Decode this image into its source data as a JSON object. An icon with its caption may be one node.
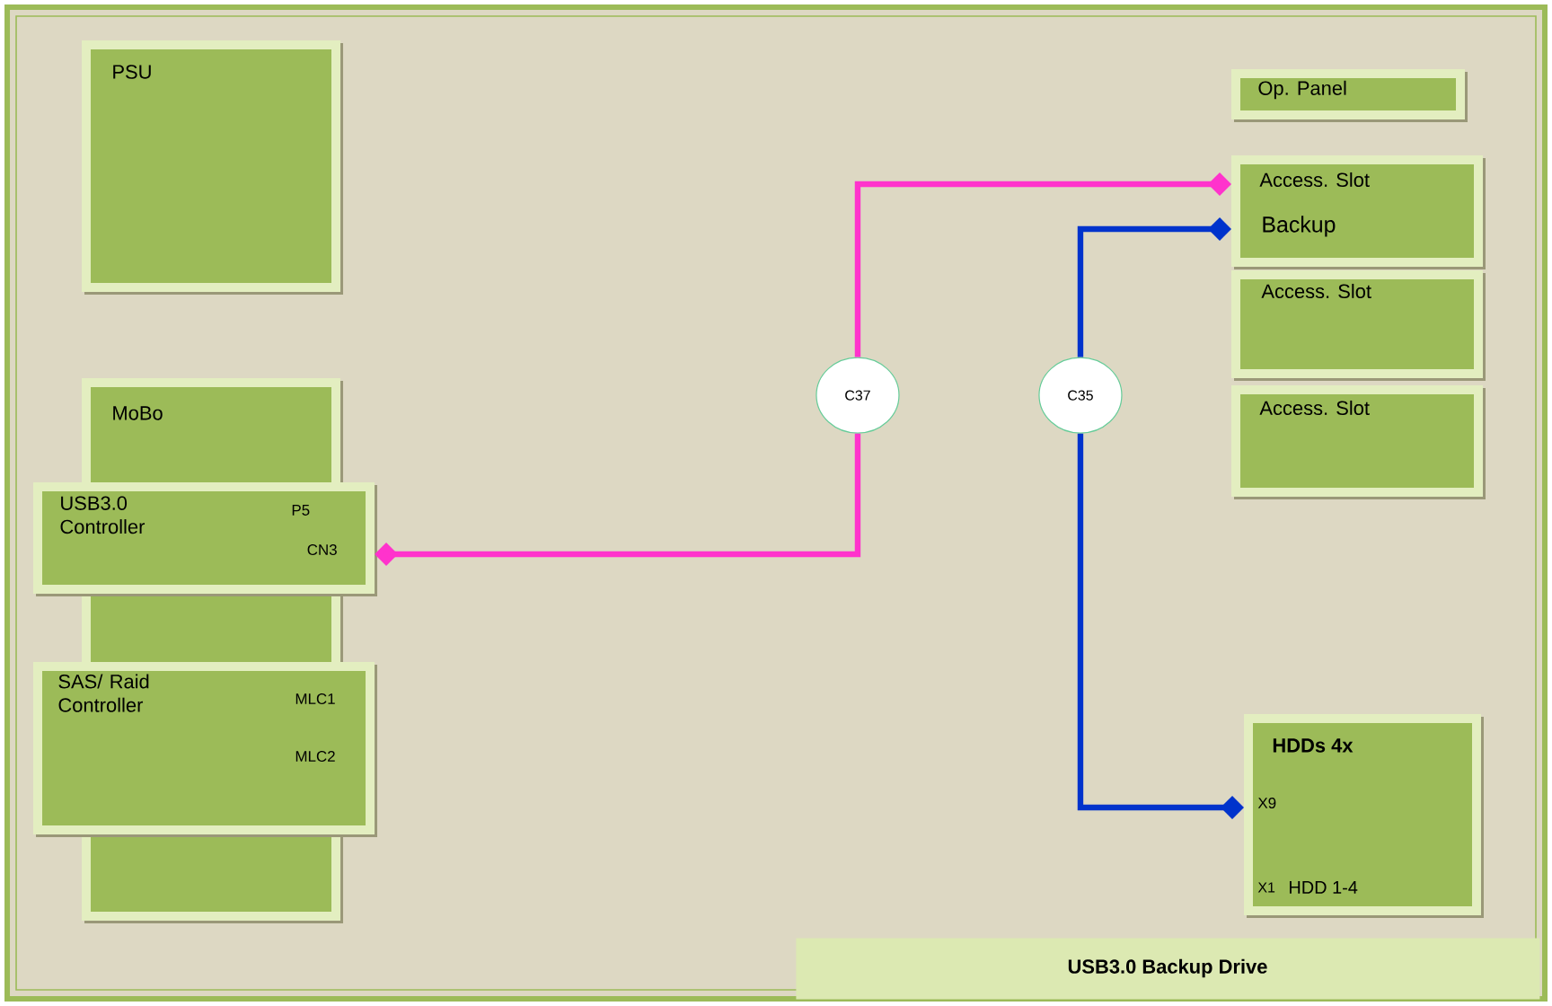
{
  "diagram": {
    "nodes": [
      {
        "text": [
          "PSU"
        ]
      },
      {
        "text": [
          "MoBo"
        ]
      },
      {
        "text": [
          "USB3.0 Controller",
          "P5",
          "CN3"
        ]
      },
      {
        "text": [
          "SAS/ Raid Controller",
          "MLC1",
          "MLC2"
        ]
      },
      {
        "text": [
          "Op. Panel"
        ]
      },
      {
        "text": [
          "Access. Slot",
          "Backup"
        ]
      },
      {
        "text": [
          "Access. Slot"
        ]
      },
      {
        "text": [
          "Access. Slot"
        ]
      },
      {
        "text": [
          "C37"
        ]
      },
      {
        "text": [
          "C35"
        ]
      },
      {
        "text": [
          "HDDs 4x",
          "X9",
          "X1",
          "HDD 1-4"
        ]
      },
      {
        "text": [
          "USB3.0 Backup Drive"
        ]
      }
    ],
    "edges": [
      {
        "from": 2,
        "to": 8,
        "arrow": "other",
        "color": "#ff33cc"
      },
      {
        "from": 8,
        "to": 5,
        "arrow": "other",
        "color": "#ff33cc"
      },
      {
        "from": 5,
        "to": 9,
        "arrow": "other",
        "color": "#0033cc"
      },
      {
        "from": 9,
        "to": 10,
        "arrow": "other",
        "color": "#0033cc"
      }
    ]
  }
}
